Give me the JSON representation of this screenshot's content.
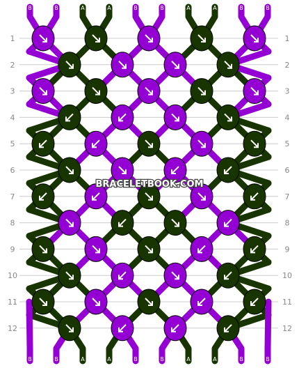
{
  "colors": {
    "A": "#183500",
    "B": "#9400d3",
    "arrow": "#ffffff",
    "grid_line": "#cccccc",
    "label": "#888888",
    "background": "#ffffff"
  },
  "watermark": "BRACELETBOOK.COM",
  "top_labels": [
    "B",
    "B",
    "A",
    "A",
    "B",
    "B",
    "A",
    "A",
    "B",
    "B"
  ],
  "bottom_labels": [
    "B",
    "B",
    "A",
    "A",
    "B",
    "B",
    "A",
    "A",
    "B",
    "B"
  ],
  "rows": [
    {
      "label": "1",
      "knots": [
        {
          "c": "B",
          "d": "dr"
        },
        {
          "c": "A",
          "d": "dr"
        },
        {
          "c": "B",
          "d": "dr"
        },
        {
          "c": "A",
          "d": "dr"
        },
        {
          "c": "B",
          "d": "dr"
        }
      ]
    },
    {
      "label": "2",
      "knots": [
        {
          "c": "A",
          "d": "dr"
        },
        {
          "c": "B",
          "d": "dr"
        },
        {
          "c": "B",
          "d": "dr"
        },
        {
          "c": "A",
          "d": "dr"
        }
      ]
    },
    {
      "label": "3",
      "knots": [
        {
          "c": "B",
          "d": "dr"
        },
        {
          "c": "A",
          "d": "dr"
        },
        {
          "c": "B",
          "d": "dr"
        },
        {
          "c": "A",
          "d": "dr"
        },
        {
          "c": "B",
          "d": "dr"
        }
      ]
    },
    {
      "label": "4",
      "knots": [
        {
          "c": "A",
          "d": "dl"
        },
        {
          "c": "B",
          "d": "dl"
        },
        {
          "c": "B",
          "d": "dr"
        },
        {
          "c": "A",
          "d": "dr"
        }
      ]
    },
    {
      "label": "5",
      "knots": [
        {
          "c": "A",
          "d": "dl"
        },
        {
          "c": "B",
          "d": "dl"
        },
        {
          "c": "A",
          "d": "dr"
        },
        {
          "c": "B",
          "d": "dr"
        },
        {
          "c": "A",
          "d": "dr"
        }
      ]
    },
    {
      "label": "6",
      "knots": [
        {
          "c": "A",
          "d": "dr"
        },
        {
          "c": "B",
          "d": "dr"
        },
        {
          "c": "B",
          "d": "dl"
        },
        {
          "c": "A",
          "d": "dl"
        }
      ]
    },
    {
      "label": "7",
      "knots": [
        {
          "c": "A",
          "d": "dl"
        },
        {
          "c": "B",
          "d": "dl"
        },
        {
          "c": "A",
          "d": "dr"
        },
        {
          "c": "B",
          "d": "dr"
        },
        {
          "c": "A",
          "d": "dl"
        }
      ]
    },
    {
      "label": "8",
      "knots": [
        {
          "c": "B",
          "d": "dr"
        },
        {
          "c": "A",
          "d": "dl"
        },
        {
          "c": "A",
          "d": "dr"
        },
        {
          "c": "B",
          "d": "dl"
        }
      ]
    },
    {
      "label": "9",
      "knots": [
        {
          "c": "A",
          "d": "dr"
        },
        {
          "c": "B",
          "d": "dr"
        },
        {
          "c": "A",
          "d": "dr"
        },
        {
          "c": "B",
          "d": "dl"
        },
        {
          "c": "A",
          "d": "dl"
        }
      ]
    },
    {
      "label": "10",
      "knots": [
        {
          "c": "A",
          "d": "dr"
        },
        {
          "c": "B",
          "d": "dl"
        },
        {
          "c": "B",
          "d": "dr"
        },
        {
          "c": "A",
          "d": "dl"
        }
      ]
    },
    {
      "label": "11",
      "knots": [
        {
          "c": "A",
          "d": "dr"
        },
        {
          "c": "B",
          "d": "dr"
        },
        {
          "c": "A",
          "d": "dr"
        },
        {
          "c": "B",
          "d": "dl"
        },
        {
          "c": "A",
          "d": "dl"
        }
      ]
    },
    {
      "label": "12",
      "knots": [
        {
          "c": "A",
          "d": "dr"
        },
        {
          "c": "B",
          "d": "dl"
        },
        {
          "c": "B",
          "d": "dl"
        },
        {
          "c": "A",
          "d": "dl"
        }
      ]
    }
  ]
}
